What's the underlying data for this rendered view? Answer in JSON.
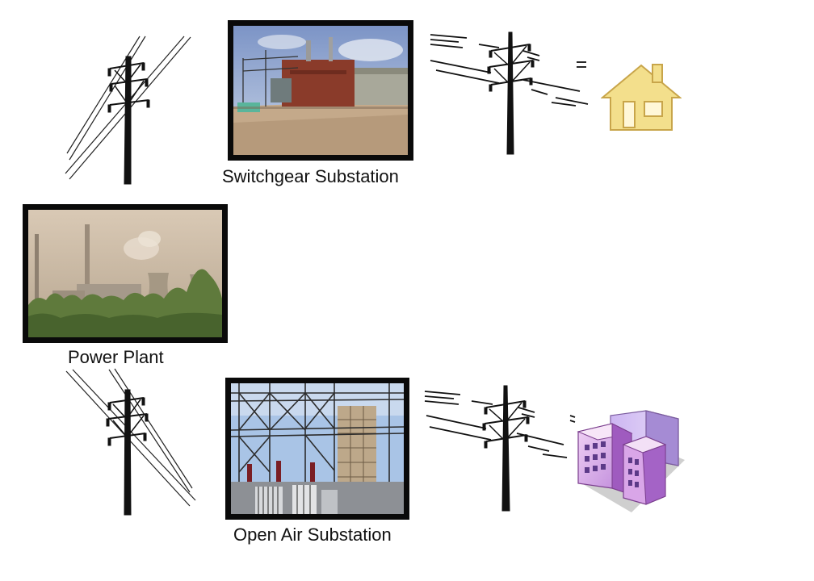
{
  "labels": {
    "switchgear": "Switchgear Substation",
    "plant": "Power Plant",
    "open_air": "Open Air Substation"
  },
  "icons": {
    "house": "house-icon",
    "buildings": "office-buildings-icon",
    "tower": "transmission-tower-icon"
  },
  "colors": {
    "house_fill": "#f3df8c",
    "house_outline": "#c8a54a",
    "building_fill": "#d9a6e8",
    "frame": "#0a0a0a"
  }
}
